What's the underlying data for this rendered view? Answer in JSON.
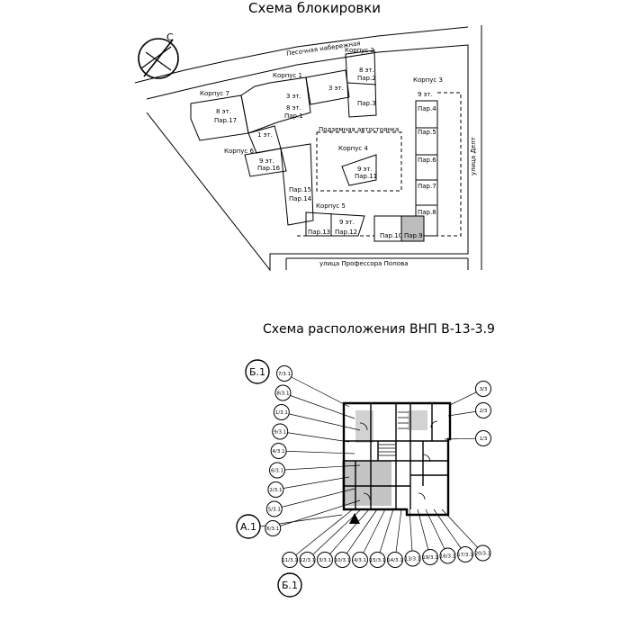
{
  "block_scheme": {
    "title": "Схема блокировки",
    "compass_label": "С",
    "streets": {
      "north": "Песочная набережная",
      "east": "улица Делт",
      "south": "улица Профессора Попова"
    },
    "buildings": [
      {
        "name": "Корпус 7",
        "floors": "8 эт.",
        "entrance": "Пар.17"
      },
      {
        "name": "Корпус 1",
        "floors": "8 эт.",
        "entrance": "Пар.1"
      },
      {
        "name": "Корпус 2",
        "floors": "8 эт.",
        "entrance": "Пар.2"
      },
      {
        "name": "Корпус 3",
        "floors": "9 эт.",
        "entrance": "Пар.4"
      },
      {
        "name": "Корпус 4",
        "floors": "9 эт.",
        "entrance": "Пар.11"
      },
      {
        "name": "Корпус 5",
        "floors": "9 эт.",
        "entrance": "Пар.12"
      },
      {
        "name": "Корпус 6",
        "floors": "9 эт.",
        "entrance": "Пар.16"
      }
    ],
    "extra_floor_labels": [
      "3 эт.",
      "3 эт.",
      "1 эт."
    ],
    "entrances": [
      "Пар.3",
      "Пар.5",
      "Пар.6",
      "Пар.7",
      "Пар.8",
      "Пар.9",
      "Пар.10",
      "Пар.13",
      "Пар.14",
      "Пар.15"
    ],
    "parking_label": "Подземная автостоянка",
    "highlight_entrance": "Пар.9"
  },
  "location_scheme": {
    "title": "Схема расположения ВНП В-13-3.9",
    "axes": [
      "Б.1",
      "А.1",
      "Б.1"
    ],
    "left_callouts": [
      "7/3.1",
      "8/3.1",
      "1/3.1",
      "9/3.1",
      "4/3.1",
      "6/3.1",
      "2/3.1",
      "5/3.1",
      "6/3.1"
    ],
    "bottom_callouts": [
      "11/3.1",
      "12/3.1",
      "3/3.1",
      "10/3.1",
      "4/3.1",
      "15/3.1",
      "14/3.1",
      "13/3.1",
      "19/3.1",
      "16/3.1",
      "17/3.1",
      "20/3.1"
    ],
    "right_callouts": [
      "3/3",
      "2/3",
      "1/3"
    ]
  }
}
